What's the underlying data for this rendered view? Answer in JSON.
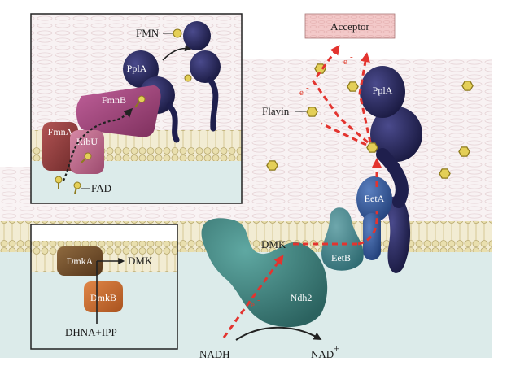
{
  "labels": {
    "acceptor": "Acceptor",
    "fmn": "FMN",
    "pplA_inset": "PplA",
    "fmnB": "FmnB",
    "fmnA": "FmnA",
    "ribU": "RibU",
    "fad": "FAD",
    "flavin": "Flavin",
    "pplA_main": "PplA",
    "etfA": "EetA",
    "etfB": "EetB",
    "dmk": "DMK",
    "ndh2": "Ndh2",
    "nadh": "NADH",
    "nad": "NAD",
    "nad_sup": "+",
    "dmkA": "DmkA",
    "dmk_inset": "DMK",
    "dmkB": "DmkB",
    "dhna": "DHNA+IPP",
    "electron1": "e",
    "electron2": "e",
    "electron3": "e",
    "electron_minus": "-"
  },
  "colors": {
    "electron_path": "#e3342f",
    "cytoplasm": "#dcebea",
    "membrane_head": "#e9dfae",
    "pplA": "#1f1f4d",
    "etfA": "#2a4a86",
    "etfB": "#3f7f85",
    "ndh2": "#3a7d7a",
    "flavin": "#e4cf57",
    "acceptor_box": "#f3c9c9",
    "fmnA": "#8c3d3d",
    "ribU": "#c06a8c",
    "fmnB": "#a3467a",
    "dmkA": "#6b4a2a",
    "dmkB": "#c2692f"
  },
  "icons": [
    "flavin-hexagon-icon",
    "electron-arrow-icon"
  ]
}
